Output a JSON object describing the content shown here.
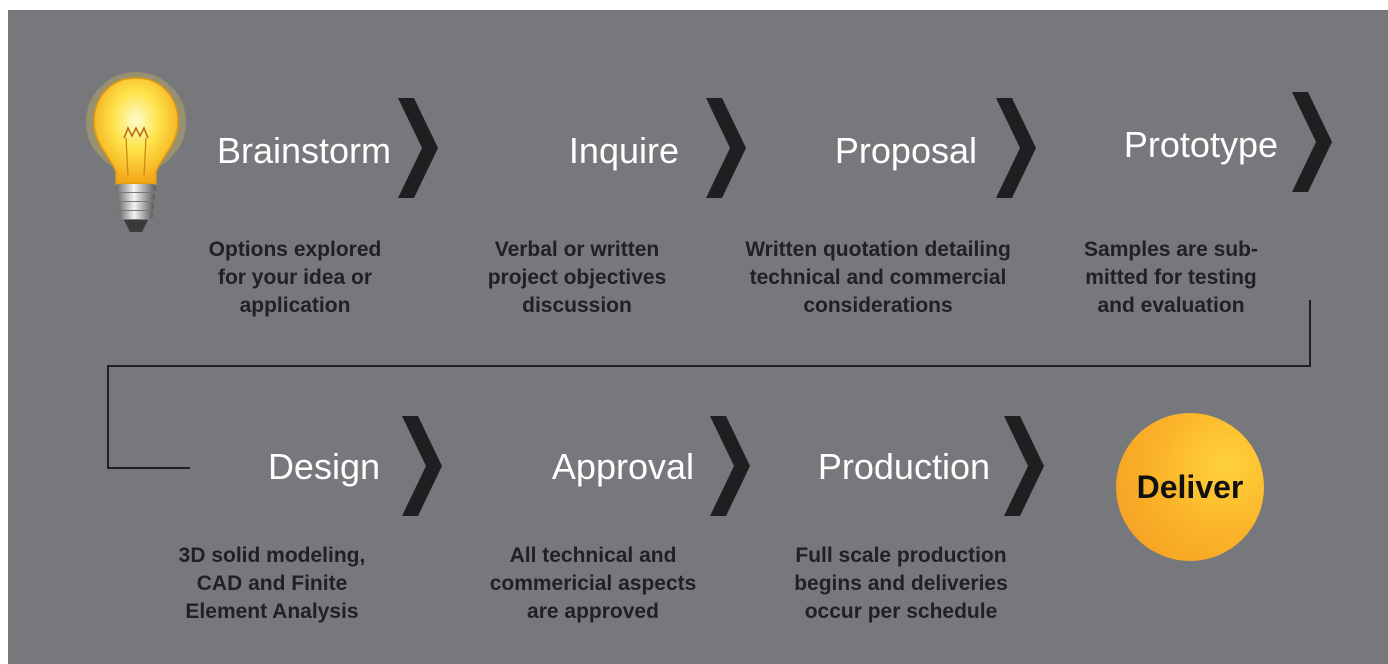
{
  "colors": {
    "background": "#77787c",
    "title_text": "#ffffff",
    "description_text": "#202124",
    "chevron": "#1f1f21",
    "connector": "#1f1f21",
    "deliver_fill": "#fbb52a"
  },
  "icons": {
    "start": "lightbulb-icon",
    "step_separator": "chevron-right-icon"
  },
  "row1": [
    {
      "title": "Brainstorm",
      "description": [
        "Options explored",
        "for your idea or",
        "application"
      ]
    },
    {
      "title": "Inquire",
      "description": [
        "Verbal or written",
        "project objectives",
        "discussion"
      ]
    },
    {
      "title": "Proposal",
      "description": [
        "Written quotation detailing",
        "technical and commercial",
        "considerations"
      ]
    },
    {
      "title": "Prototype",
      "description": [
        "Samples are sub-",
        "mitted for testing",
        "and evaluation"
      ]
    }
  ],
  "row2": [
    {
      "title": "Design",
      "description": [
        "3D solid modeling,",
        "CAD and Finite",
        "Element Analysis"
      ]
    },
    {
      "title": "Approval",
      "description": [
        "All technical and",
        "commericial aspects",
        "are approved"
      ]
    },
    {
      "title": "Production",
      "description": [
        "Full scale production",
        "begins and deliveries",
        "occur per schedule"
      ]
    }
  ],
  "final_step": {
    "label": "Deliver"
  }
}
